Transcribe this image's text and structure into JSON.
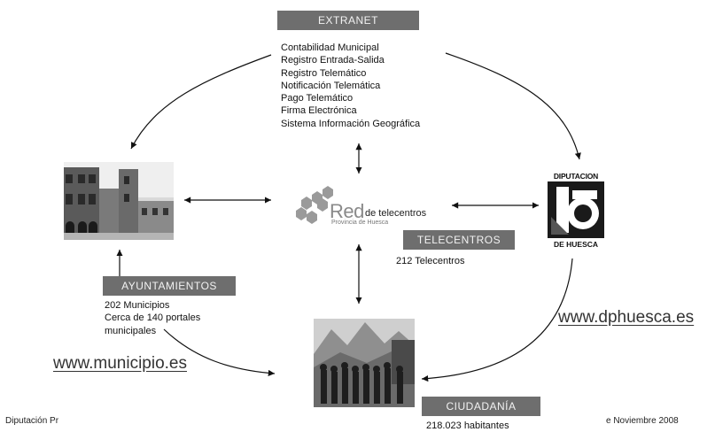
{
  "extranet": {
    "title": "EXTRANET",
    "services": [
      "Contabilidad Municipal",
      "Registro Entrada-Salida",
      "Registro Telemático",
      "Notificación Telemática",
      "Pago Telemático",
      "Firma Electrónica",
      "Sistema Información Geográfica"
    ]
  },
  "red_logo": {
    "word": "Red",
    "suffix": "de telecentros",
    "sub": "Provincia de Huesca"
  },
  "telecentros": {
    "title": "TELECENTROS",
    "count": "212 Telecentros"
  },
  "ayuntamientos": {
    "title": "AYUNTAMIENTOS",
    "lines": [
      "202 Municipios",
      "Cerca de 140 portales",
      "municipales"
    ]
  },
  "diputacion_logo": {
    "top": "DIPUTACION",
    "bottom": "DE HUESCA"
  },
  "ciudadania": {
    "title": "CIUDADANÍA",
    "count": "218.023 habitantes"
  },
  "urls": {
    "municipio": "www.municipio.es",
    "dphuesca": "www.dphuesca.es"
  },
  "footer": {
    "left": "Diputación Pr",
    "right": "e Noviembre 2008"
  },
  "colors": {
    "header_bg": "#6e6e6e",
    "header_text": "#f2f2f2",
    "hex_logo": "#9a9a9a"
  }
}
